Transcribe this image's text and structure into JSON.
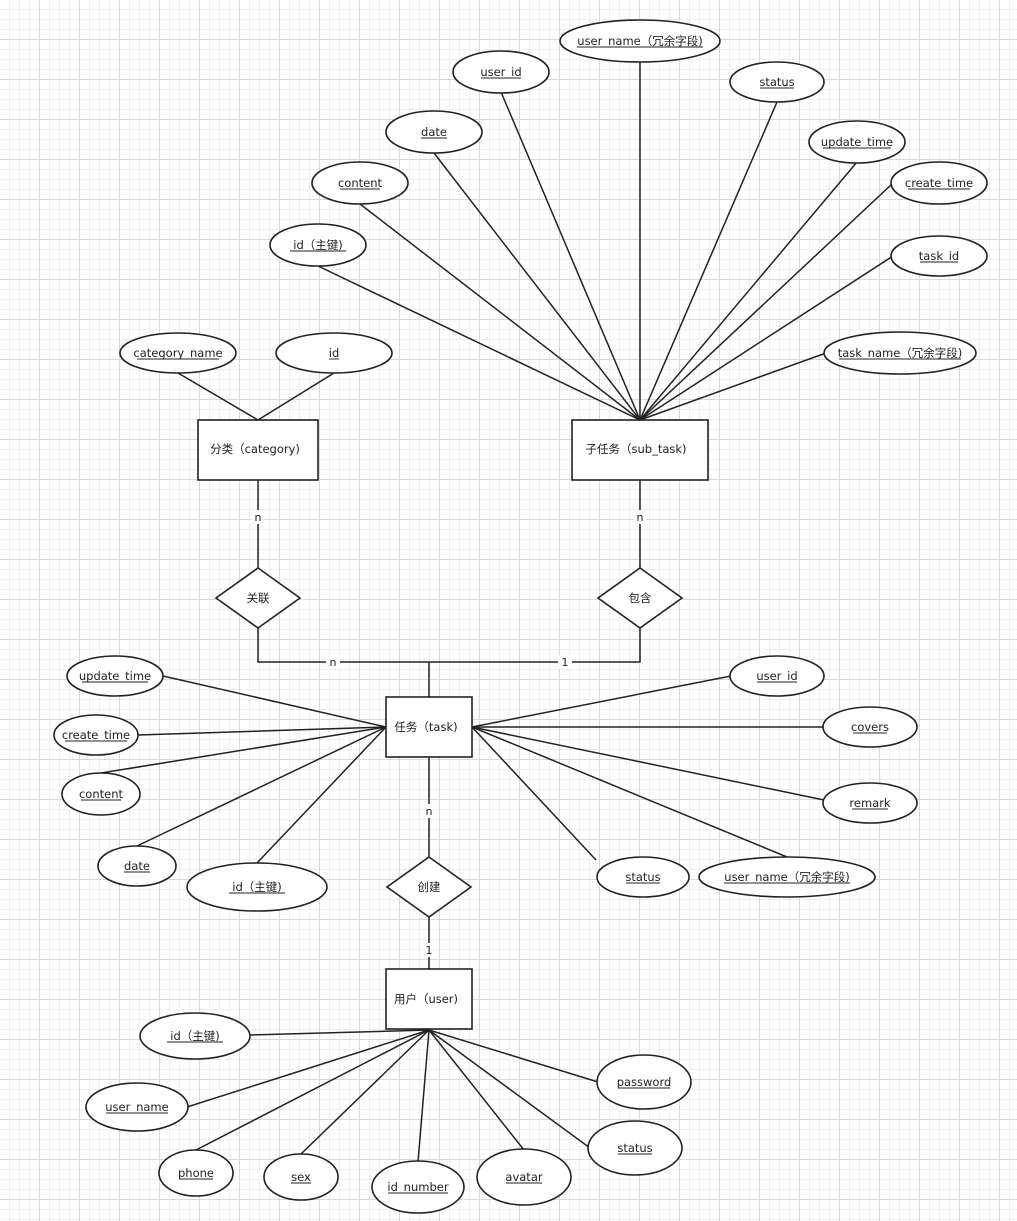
{
  "entities": {
    "category": "分类（category)",
    "sub_task": "子任务（sub_task)",
    "task": "任务（task)",
    "user": "用户（user)"
  },
  "relationships": {
    "associate": "关联",
    "contain": "包含",
    "create": "创建"
  },
  "cardinalities": {
    "category_assoc": "n",
    "assoc_task": "n",
    "sub_task_contain": "n",
    "contain_task": "1",
    "task_create": "n",
    "create_user": "1"
  },
  "attributes": {
    "sub_task": {
      "id": "id（主键)",
      "content": "content",
      "date": "date",
      "user_id": "user_id",
      "user_name": "user_name（冗余字段)",
      "status": "status",
      "update_time": "update_time",
      "create_time": "create_time",
      "task_id": "task_id",
      "task_name": "task_name（冗余字段)"
    },
    "category": {
      "category_name": "category_name",
      "id": "id"
    },
    "task": {
      "update_time": "update_time",
      "create_time": "create_time",
      "content": "content",
      "date": "date",
      "id": "id（主键)",
      "user_id": "user_id",
      "covers": "covers",
      "remark": "remark",
      "user_name": "user_name（冗余字段)",
      "status": "status"
    },
    "user": {
      "id": "id（主键)",
      "user_name": "user_name",
      "phone": "phone",
      "sex": "sex",
      "id_number": "id_number",
      "avatar": "avatar",
      "status": "status",
      "password": "password"
    }
  }
}
